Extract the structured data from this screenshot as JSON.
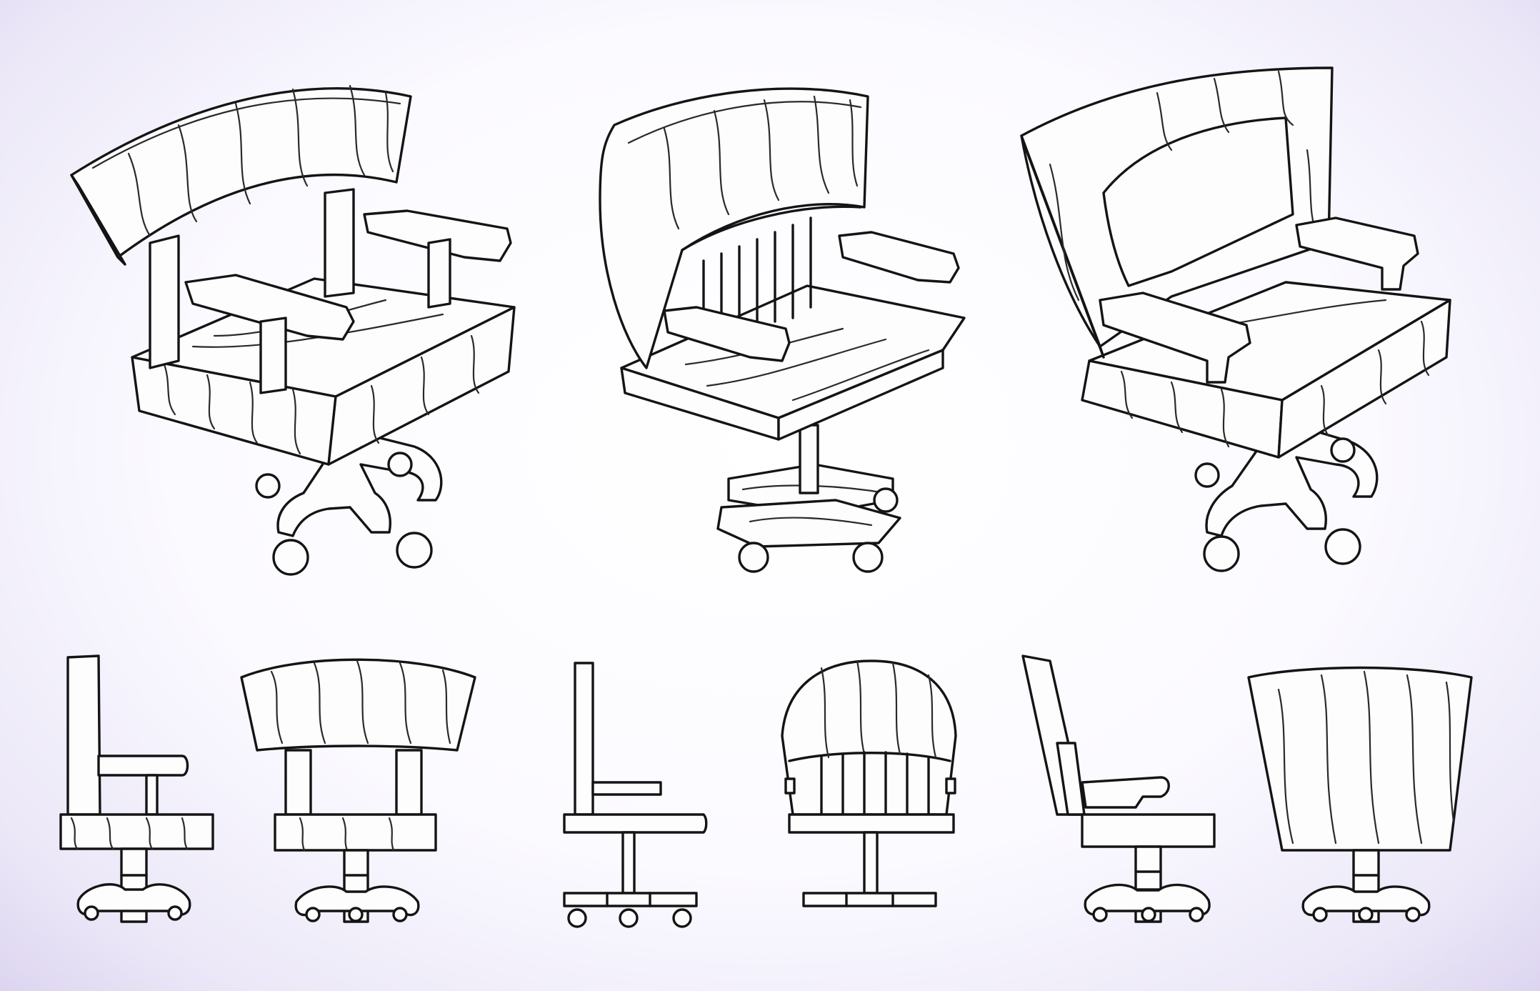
{
  "sheet": {
    "subject": "office-chair-concept-sheet",
    "style": "pencil-line-art",
    "paper_color": "#fbfaff",
    "vignette_color": "#ddd5f0",
    "ink_color": "#141414"
  },
  "chairs": [
    {
      "id": "chair-1",
      "back_style": "wide-curved-panel",
      "base_style": "carved-x-base"
    },
    {
      "id": "chair-2",
      "back_style": "spindle-back",
      "base_style": "plank-cross-base"
    },
    {
      "id": "chair-3",
      "back_style": "framed-panel",
      "base_style": "carved-x-base"
    }
  ],
  "views": [
    "perspective",
    "side",
    "front"
  ]
}
